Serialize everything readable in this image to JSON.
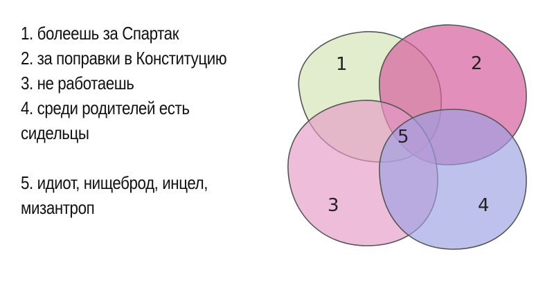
{
  "legend": {
    "items": [
      "1. болеешь за Спартак",
      "2. за поправки в Конституцию",
      "3. не работаешь",
      "4. среди родителей есть",
      "сидельцы"
    ],
    "summary": [
      "5. идиот, нищеброд, инцел,",
      "мизантроп"
    ]
  },
  "diagram": {
    "labels": {
      "c1": "1",
      "c2": "2",
      "c3": "3",
      "c4": "4",
      "center": "5"
    },
    "colors": {
      "c1": "#d6e6b8",
      "c2": "#d55fa0",
      "c3": "#e59ac6",
      "c4": "#9c9fe3",
      "outline": "#555555"
    }
  }
}
